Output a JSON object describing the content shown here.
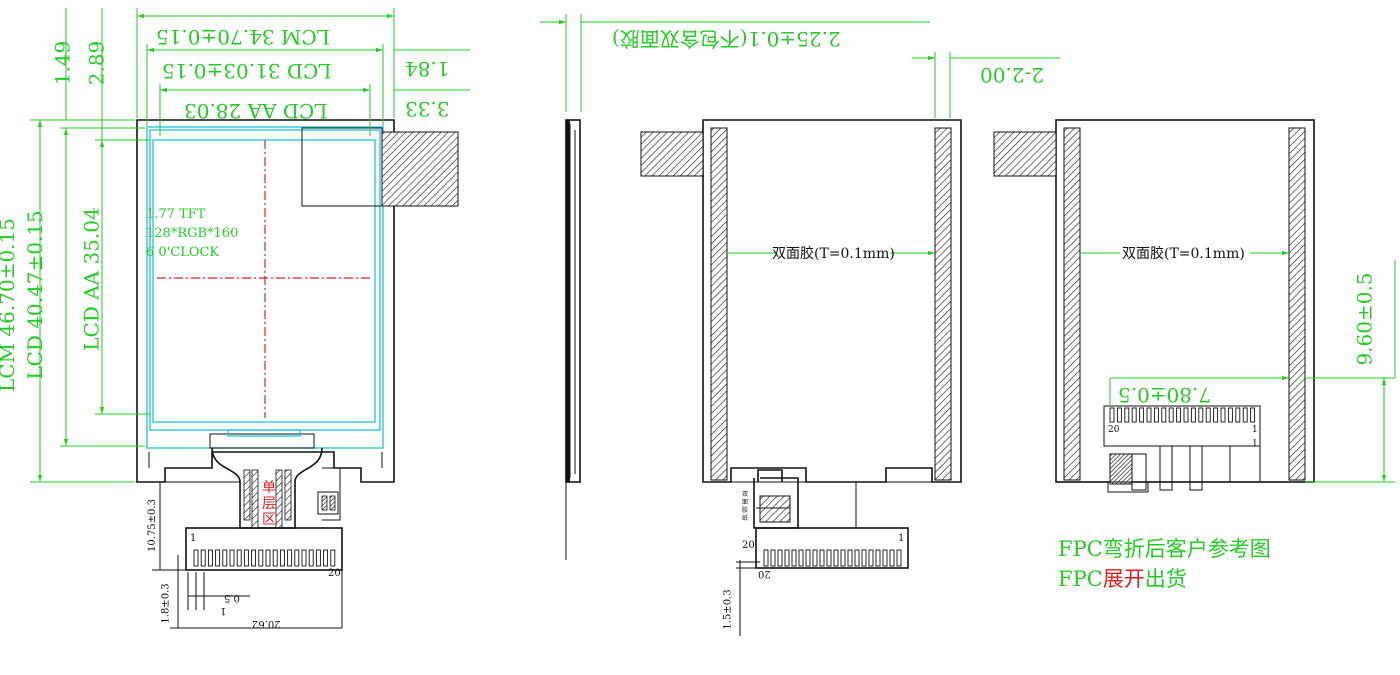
{
  "dims": {
    "lcm_width": "LCM 34.70±0.15",
    "lcd_width": "LCD 31.03±0.15",
    "lcd_aa_width": "LCD AA 28.03",
    "d_1_84": "1.84",
    "d_3_33": "3.33",
    "d_1_49": "1.49",
    "d_2_89": "2.89",
    "lcm_height": "LCM 46.70±0.15",
    "lcd_height": "LCD 40.47±0.15",
    "lcd_aa_height": "LCD AA 35.04",
    "thickness": "2.25±0.1(不包含双面胶)",
    "d_2_2_00": "2-2.00",
    "d_9_60": "9.60±0.5",
    "d_7_80": "7.80±0.5",
    "fpc_10_75": "10.75±0.3",
    "fpc_1_8": "1.8±0.3",
    "fpc_0_5": "0.5",
    "fpc_1": "1",
    "fpc_20_62": "20.62",
    "fpc_1_5": "1.5±0.3"
  },
  "screen_text": {
    "line1": "1.77 TFT",
    "line2": "128*RGB*160",
    "line3": "6 0'CLOCK"
  },
  "labels": {
    "tape_1": "双面胶(T=0.1mm)",
    "tape_2": "双面胶(T=0.1mm)",
    "single_layer": [
      "单",
      "层",
      "区"
    ],
    "tape_small": [
      "双",
      "面",
      "胶",
      "纸"
    ],
    "pin_1": "1",
    "pin_20": "20",
    "pin_1b": "1",
    "pin_20b": "20",
    "pin_20c": "20",
    "pin_20d": "20",
    "pin_1c": "1",
    "pin_1d": "1",
    "fpc_pin_1": "1",
    "fpc_pin_20": "20"
  },
  "notes": {
    "note1": "FPC弯折后客户参考图",
    "note2_prefix": "FPC",
    "note2_highlight": "展开",
    "note2_suffix": "出货"
  },
  "colors": {
    "dimension": "#22cc22",
    "outline": "#111111",
    "lcd_edge": "#30c8d8",
    "center_line": "#e02020"
  }
}
